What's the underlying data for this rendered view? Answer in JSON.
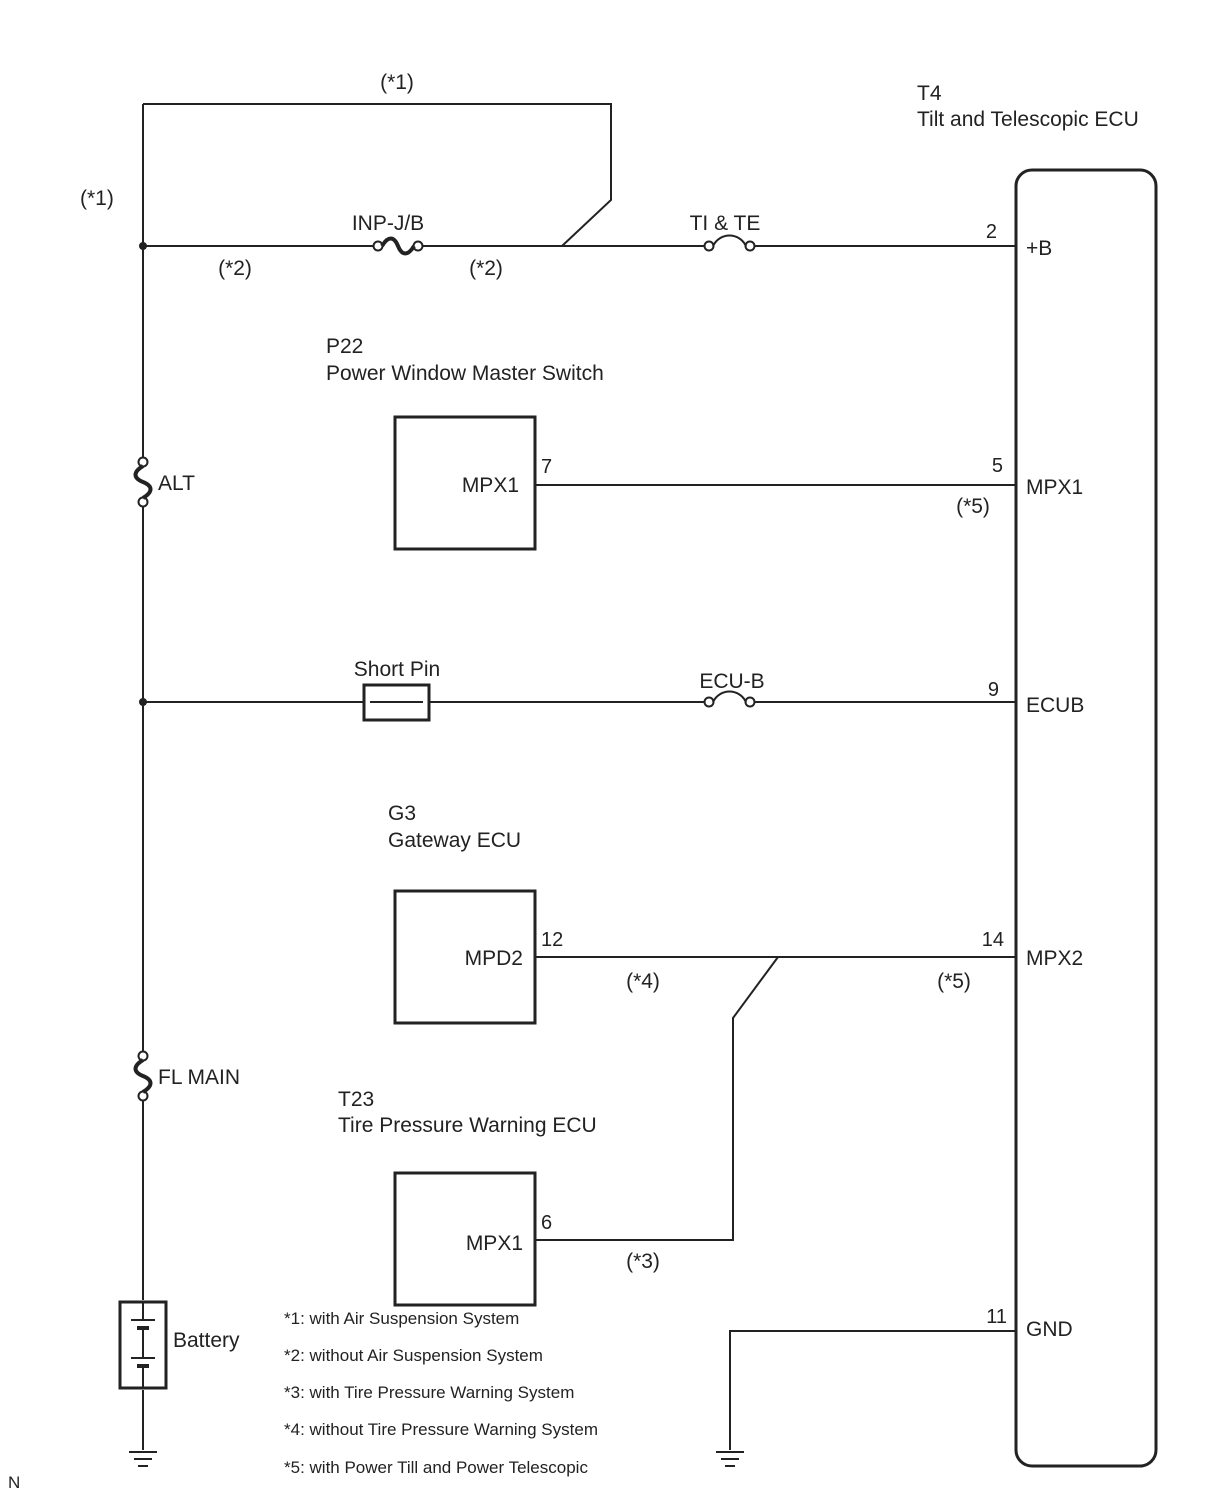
{
  "ecu": {
    "code": "T4",
    "name": "Tilt and Telescopic ECU"
  },
  "terminals": {
    "b": {
      "pin": "2",
      "name": "+B"
    },
    "mpx1": {
      "pin": "5",
      "name": "MPX1"
    },
    "ecub": {
      "pin": "9",
      "name": "ECUB"
    },
    "mpx2": {
      "pin": "14",
      "name": "MPX2"
    },
    "gnd": {
      "pin": "11",
      "name": "GND"
    }
  },
  "components": {
    "p22": {
      "code": "P22",
      "name": "Power Window Master Switch",
      "terminal": "MPX1",
      "pin": "7"
    },
    "g3": {
      "code": "G3",
      "name": "Gateway ECU",
      "terminal": "MPD2",
      "pin": "12"
    },
    "t23": {
      "code": "T23",
      "name": "Tire Pressure Warning ECU",
      "terminal": "MPX1",
      "pin": "6"
    }
  },
  "fuses": {
    "inp_jb": "INP-J/B",
    "ti_te": "TI & TE",
    "alt": "ALT",
    "fl_main": "FL MAIN",
    "ecu_b": "ECU-B",
    "short_pin": "Short Pin"
  },
  "battery": "Battery",
  "variant_tags": {
    "top_loop": "(*1)",
    "left": "(*1)",
    "left_wire": "(*2)",
    "mid_wire": "(*2)",
    "mpx1_wire": "(*5)",
    "g3_wire": "(*4)",
    "mpx2_wire": "(*5)",
    "t23_wire": "(*3)"
  },
  "legend": [
    "*1: with Air Suspension System",
    "*2: without Air Suspension System",
    "*3: with Tire Pressure Warning System",
    "*4: without Tire Pressure Warning System",
    "*5: with Power Till and Power Telescopic"
  ],
  "corner_mark": "N"
}
